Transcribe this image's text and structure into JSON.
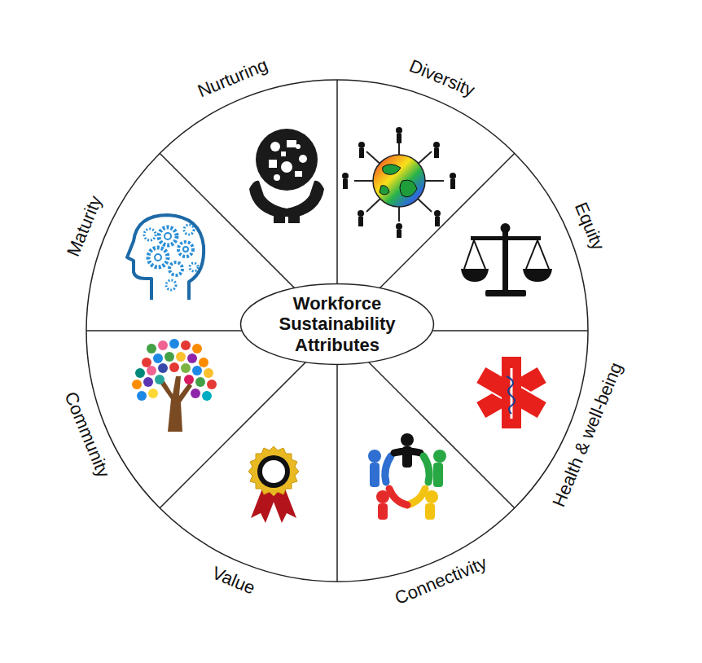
{
  "diagram": {
    "nodes": [
      {
        "text": [
          "Workforce Sustainability Attributes"
        ]
      },
      {
        "text": [
          "Nurturing"
        ]
      },
      {
        "text": [
          "Diversity"
        ]
      },
      {
        "text": [
          "Equity"
        ]
      },
      {
        "text": [
          "Health & well-being"
        ]
      },
      {
        "text": [
          "Connectivity"
        ]
      },
      {
        "text": [
          "Value"
        ]
      },
      {
        "text": [
          "Community"
        ]
      },
      {
        "text": [
          "Maturity"
        ]
      }
    ]
  }
}
